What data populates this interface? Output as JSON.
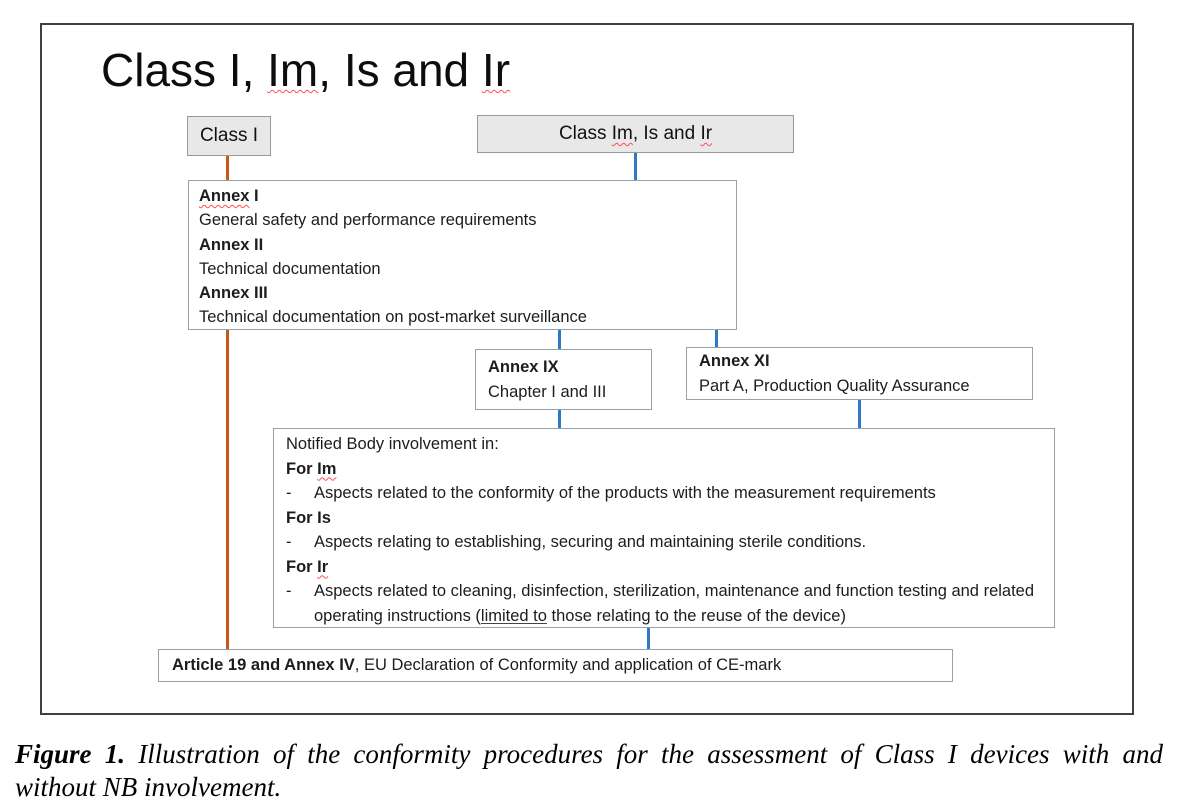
{
  "colors": {
    "connector_orange": "#c55a11",
    "connector_blue": "#2e7ac2",
    "header_box_fill": "#e8e8e8",
    "squiggle_red": "#ff5050"
  },
  "diagram": {
    "title": {
      "p1": "Class I, ",
      "w1": "Im",
      "p2": ", Is and ",
      "w2": "Ir"
    },
    "class_i": {
      "label": "Class I"
    },
    "class_im": {
      "p1": "Class ",
      "w1": "Im",
      "p2": ", Is and ",
      "w2": "Ir"
    },
    "annexes": {
      "h1_wavy": "Annex",
      "h1_rest": " I",
      "b1": "General safety and performance requirements",
      "h2": "Annex II",
      "b2": "Technical documentation",
      "h3": "Annex III",
      "b3": "Technical documentation on post-market surveillance"
    },
    "annex_ix": {
      "head": "Annex IX",
      "body": "Chapter I and III"
    },
    "annex_xi": {
      "head": "Annex XI",
      "body": "Part A, Production Quality Assurance"
    },
    "nb": {
      "intro": "Notified Body involvement in:",
      "dash": "-",
      "s1_head_p": "For ",
      "s1_head_w": "Im",
      "s1_bullet": "Aspects related to the conformity of the products with the measurement requirements",
      "s2_head": "For Is",
      "s2_bullet": "Aspects relating to establishing, securing and maintaining sterile conditions.",
      "s3_head_p": "For ",
      "s3_head_w": "Ir",
      "s3_bullet_p1": "Aspects related to cleaning, disinfection, sterilization, maintenance and function testing and related operating instructions (",
      "s3_bullet_u": "limited to",
      "s3_bullet_p2": " those relating to the reuse of the device)"
    },
    "article": {
      "bold": "Article 19 and Annex IV",
      "rest": ", EU Declaration of Conformity and application of CE-mark"
    }
  },
  "caption": {
    "label": "Figure 1.",
    "line1": "Illustration of the conformity procedures for the assessment of Class I devices with and",
    "line2": "without NB involvement."
  }
}
